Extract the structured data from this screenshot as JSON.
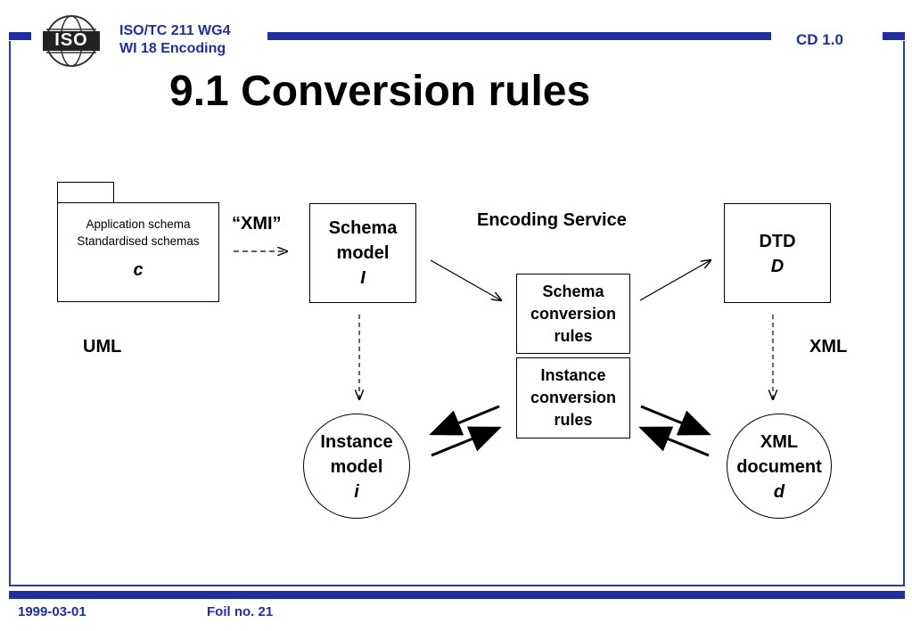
{
  "header": {
    "org_line1": "ISO/TC 211 WG4",
    "org_line2": "WI 18 Encoding",
    "version": "CD 1.0",
    "logo_text": "ISO"
  },
  "title": "9.1 Conversion rules",
  "diagram": {
    "package": {
      "line1": "Application schema",
      "line2": "Standardised schemas",
      "symbol": "c"
    },
    "xmi_label": "“XMI”",
    "schema_model": {
      "line1": "Schema",
      "line2": "model",
      "symbol": "I"
    },
    "encoding_service": "Encoding Service",
    "schema_conversion": {
      "line1": "Schema",
      "line2": "conversion",
      "line3": "rules"
    },
    "instance_conversion": {
      "line1": "Instance",
      "line2": "conversion",
      "line3": "rules"
    },
    "dtd": {
      "line1": "DTD",
      "symbol": "D"
    },
    "uml_label": "UML",
    "xml_label": "XML",
    "instance_model": {
      "line1": "Instance",
      "line2": "model",
      "symbol": "i"
    },
    "xml_document": {
      "line1": "XML",
      "line2": "document",
      "symbol": "d"
    }
  },
  "footer": {
    "date": "1999-03-01",
    "foil": "Foil no. 21"
  },
  "colors": {
    "accent": "#1f2fa0"
  }
}
